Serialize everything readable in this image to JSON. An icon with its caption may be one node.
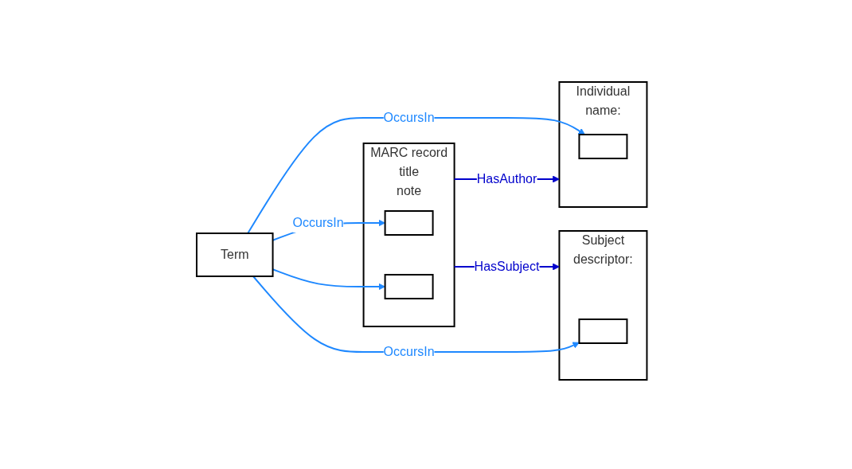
{
  "diagram": {
    "nodes": [
      {
        "text": [
          "Individual",
          "name:"
        ]
      },
      {
        "text": [],
        "shape": "box",
        "in": 0
      },
      {
        "text": [
          "MARC record",
          "title",
          "note"
        ]
      },
      {
        "text": [],
        "shape": "box",
        "in": 2
      },
      {
        "text": [],
        "shape": "box",
        "in": 2
      },
      {
        "text": [
          "Term"
        ]
      },
      {
        "text": [
          "Subject",
          "descriptor:"
        ]
      },
      {
        "text": [],
        "shape": "box",
        "in": 6
      }
    ],
    "edges": [
      {
        "from": 2,
        "to": 0,
        "arrow": "to",
        "label": "HasAuthor",
        "color": "#0000cc"
      },
      {
        "from": 5,
        "to": 1,
        "arrow": "to",
        "label": "OccursIn"
      },
      {
        "from": 5,
        "to": 3,
        "arrow": "to",
        "label": "OccursIn"
      },
      {
        "from": 5,
        "to": 4,
        "arrow": "to"
      },
      {
        "from": 5,
        "to": 7,
        "arrow": "to",
        "label": "OccursIn"
      },
      {
        "from": 2,
        "to": 6,
        "arrow": "to",
        "label": "HasSubject",
        "color": "#0000cc"
      }
    ]
  }
}
